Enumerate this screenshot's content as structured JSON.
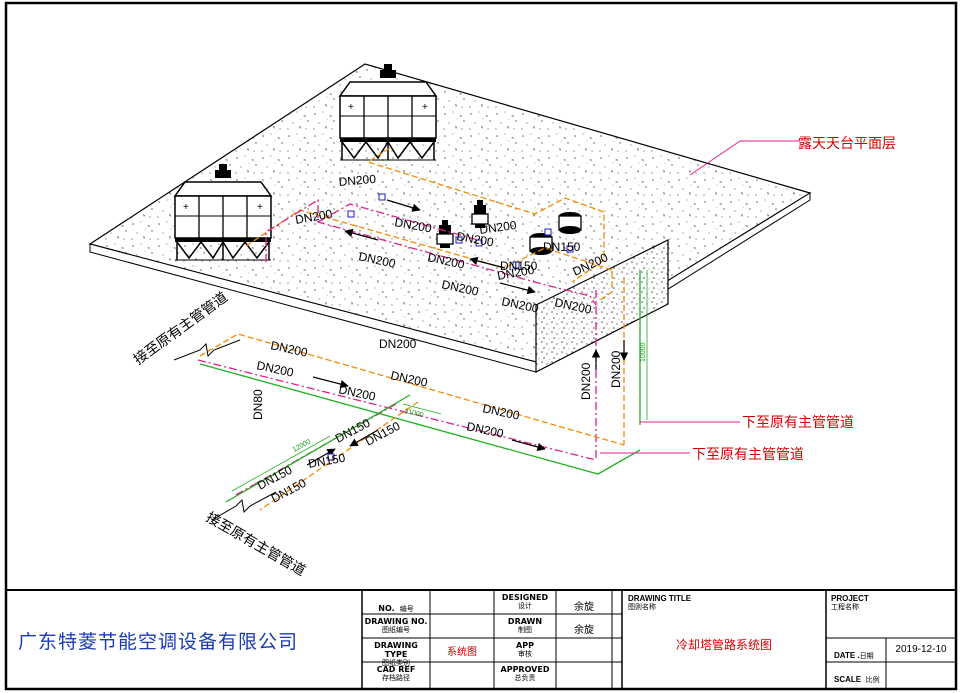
{
  "labels": {
    "roof": "露天天台平面层",
    "connect_top": "接至原有主管管道",
    "connect_bottom": "接至原有主管管道",
    "down_1": "下至原有主管管道",
    "down_2": "下至原有主管管道",
    "dn200": "DN200",
    "dn150": "DN150",
    "dn80": "DN80",
    "dim_10000": "10000",
    "dim_31000": "31000",
    "dim_12000": "12000"
  },
  "colors": {
    "frame": "#000000",
    "pipe_orange": "#f08c00",
    "pipe_magenta": "#e0208c",
    "pipe_green": "#22b022",
    "valve_blue": "#1a1acc",
    "company_blue": "#1a3bb5",
    "title_red": "#d40000"
  },
  "title_block": {
    "company": "广东特菱节能空调设备有限公司",
    "no_label": "NO.",
    "no_cn": "编号",
    "drawing_no_label": "DRAWING NO.",
    "drawing_no_cn": "图纸编号",
    "drawing_type_label": "DRAWING TYPE",
    "drawing_type_cn": "图纸类别",
    "drawing_type_value": "系统图",
    "cad_ref_label": "CAD REF",
    "cad_ref_cn": "存档路径",
    "designed_label": "DESIGNED",
    "designed_cn": "设计",
    "designed_value": "余旋",
    "drawn_label": "DRAWN",
    "drawn_cn": "制图",
    "drawn_value": "余旋",
    "app_label": "APP",
    "app_cn": "审核",
    "approved_label": "APPROVED",
    "approved_cn": "总负责",
    "drawing_title_label": "DRAWING TITLE",
    "drawing_title_cn": "图则名称",
    "drawing_title_value": "冷却塔管路系统图",
    "project_label": "PROJECT",
    "project_cn": "工程名称",
    "date_label": "DATE .",
    "date_cn": "日期",
    "date_value": "2019-12-10",
    "scale_label": "SCALE",
    "scale_cn": "比例"
  }
}
